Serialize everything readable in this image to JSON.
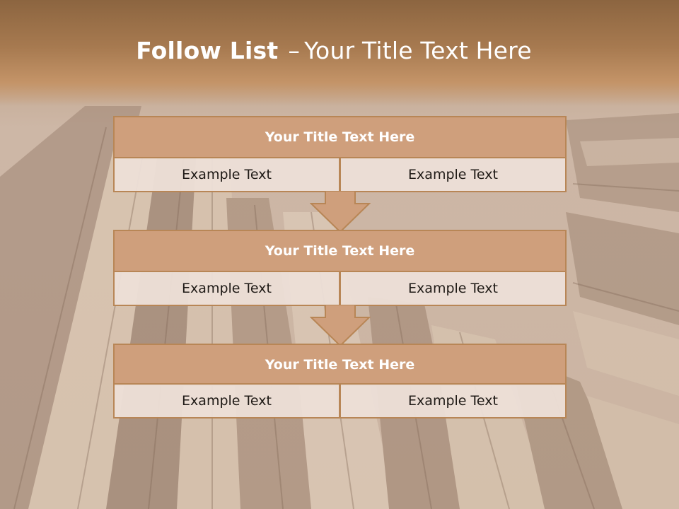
{
  "title": {
    "bold": "Follow List",
    "dash": "–",
    "rest": "Your Title Text Here"
  },
  "blocks": [
    {
      "header": "Your Title Text Here",
      "left": "Example Text",
      "right": "Example Text"
    },
    {
      "header": "Your Title Text Here",
      "left": "Example Text",
      "right": "Example Text"
    },
    {
      "header": "Your Title Text Here",
      "left": "Example Text",
      "right": "Example Text"
    }
  ],
  "colors": {
    "header_fill": "#cf9f7c",
    "border": "#b88656",
    "cell_fill": "#ecdfd6",
    "banner": "#a77a50"
  }
}
